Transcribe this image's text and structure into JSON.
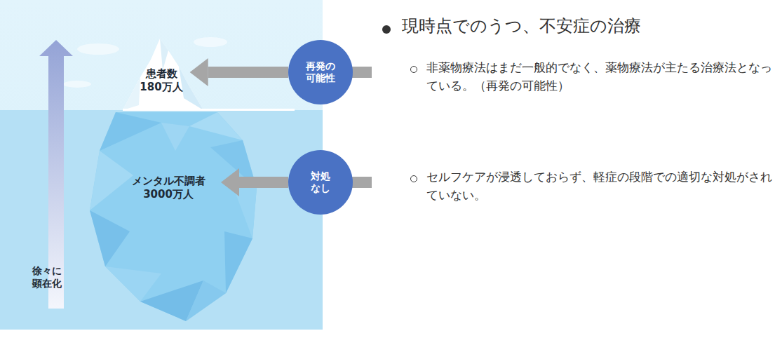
{
  "diagram": {
    "nodes": [
      {
        "text": [
          "患者数 180万人"
        ]
      },
      {
        "text": [
          "メンタル不調者 3000万人"
        ]
      },
      {
        "text": [
          "再発の 可能性"
        ]
      },
      {
        "text": [
          "対処 なし"
        ]
      }
    ],
    "edges": [
      {
        "from": 2,
        "to": 0,
        "arrow": "to"
      },
      {
        "from": 3,
        "to": 1,
        "arrow": "to"
      }
    ],
    "labels": [
      "徐々に 顕在化",
      "現時点でのうつ、不安症の治療",
      "非薬物療法はまだ一般的でなく、薬物療法が主たる治療法となっている。（再発の可能性）",
      "セルフケアが浸透しておらず、軽症の段階での適切な対処がされていない。"
    ]
  }
}
